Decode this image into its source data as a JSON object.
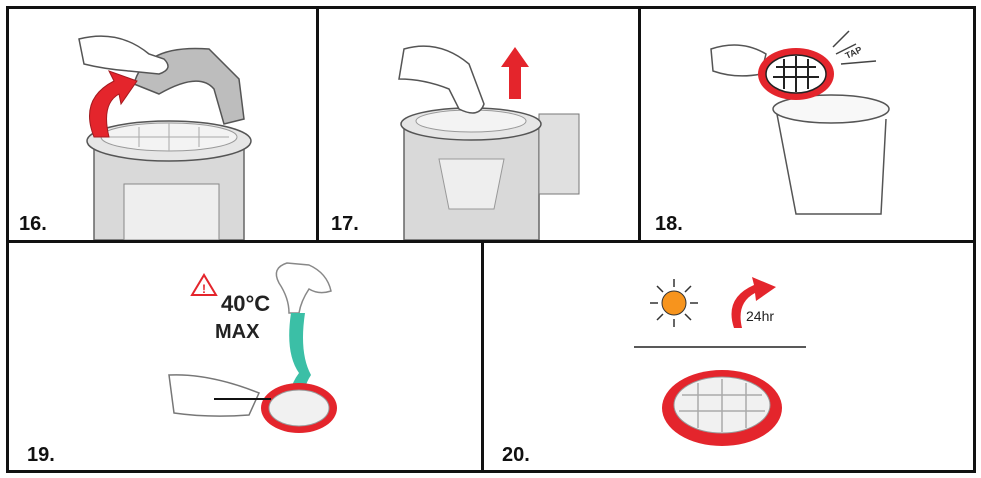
{
  "steps": [
    {
      "number": "16."
    },
    {
      "number": "17."
    },
    {
      "number": "18."
    },
    {
      "number": "19."
    },
    {
      "number": "20."
    }
  ],
  "step19": {
    "temperature": "40°C",
    "limit": "MAX"
  },
  "step18": {
    "tap_label": "TAP"
  },
  "step20": {
    "duration": "24hr"
  },
  "colors": {
    "accent_red": "#e4252c",
    "water": "#3bbfa6",
    "sun": "#f7941d",
    "gray": "#d6d6d6"
  }
}
